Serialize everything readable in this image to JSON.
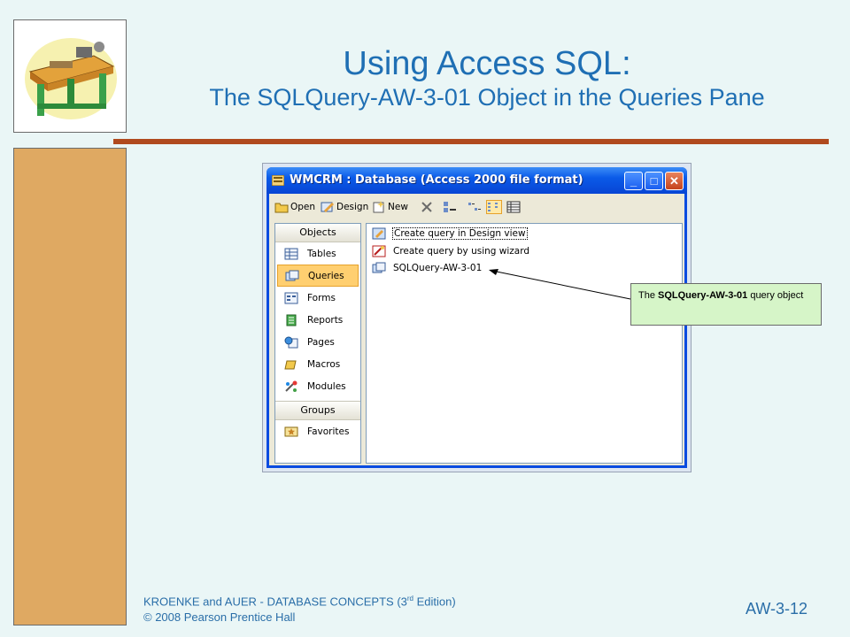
{
  "slide": {
    "title_line1": "Using Access SQL:",
    "title_line2": "The SQLQuery-AW-3-01 Object in the Queries Pane",
    "footer_line1_a": "KROENKE and AUER -  DATABASE CONCEPTS (3",
    "footer_line1_sup": "rd",
    "footer_line1_b": " Edition)",
    "footer_line2": "© 2008 Pearson Prentice Hall",
    "page_number": "AW-3-12"
  },
  "window": {
    "title": "WMCRM : Database (Access 2000 file format)",
    "minimize_icon": "minimize-icon",
    "maximize_icon": "maximize-icon",
    "close_icon": "close-icon",
    "toolbar": {
      "open_label": "Open",
      "design_label": "Design",
      "new_label": "New"
    },
    "objects_header": "Objects",
    "objects": [
      {
        "label": "Tables",
        "icon": "table-icon"
      },
      {
        "label": "Queries",
        "icon": "query-icon",
        "selected": true
      },
      {
        "label": "Forms",
        "icon": "form-icon"
      },
      {
        "label": "Reports",
        "icon": "report-icon"
      },
      {
        "label": "Pages",
        "icon": "page-icon"
      },
      {
        "label": "Macros",
        "icon": "macro-icon"
      },
      {
        "label": "Modules",
        "icon": "module-icon"
      }
    ],
    "groups_header": "Groups",
    "groups": [
      {
        "label": "Favorites",
        "icon": "favorites-icon"
      }
    ],
    "list_items": [
      {
        "label": "Create query in Design view",
        "icon": "design-view-icon"
      },
      {
        "label": "Create query by using wizard",
        "icon": "wizard-icon"
      },
      {
        "label": "SQLQuery-AW-3-01",
        "icon": "query-icon"
      }
    ]
  },
  "callout": {
    "prefix": "The ",
    "bold": "SQLQuery-AW-3-01",
    "suffix": "  query object"
  },
  "colors": {
    "background": "#eaf6f6",
    "title": "#1f6fb4",
    "rule": "#b04a1e",
    "sidebar": "#dfa962",
    "callout": "#d6f5c8"
  }
}
